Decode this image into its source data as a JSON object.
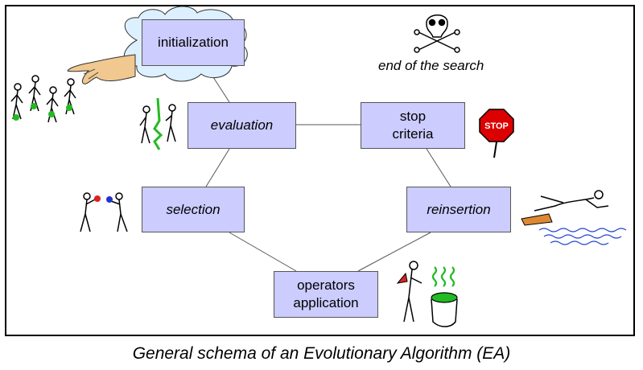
{
  "nodes": {
    "initialization": "initialization",
    "evaluation": "evaluation",
    "stop_criteria": "stop\ncriteria",
    "selection": "selection",
    "reinsertion": "reinsertion",
    "operators_application": "operators\napplication"
  },
  "end_label": "end of the search",
  "stop_sign_text": "STOP",
  "caption": "General schema of an Evolutionary Algorithm (EA)",
  "colors": {
    "node_fill": "#ccccff",
    "cloud_fill": "#ddf0ff",
    "hand_fill": "#f0c890",
    "green_accent": "#22bb22",
    "stop_red": "#dd0000",
    "water_blue": "#2244cc",
    "board_orange": "#dd8833",
    "glove_red": "#dd2222",
    "glove_blue": "#2233cc"
  },
  "icons": [
    "cloud-icon",
    "hand-icon",
    "population-icon",
    "evaluation-figures-icon",
    "skull-crossbones-icon",
    "stop-sign-icon",
    "boxers-icon",
    "diver-icon",
    "scientist-cauldron-icon"
  ]
}
